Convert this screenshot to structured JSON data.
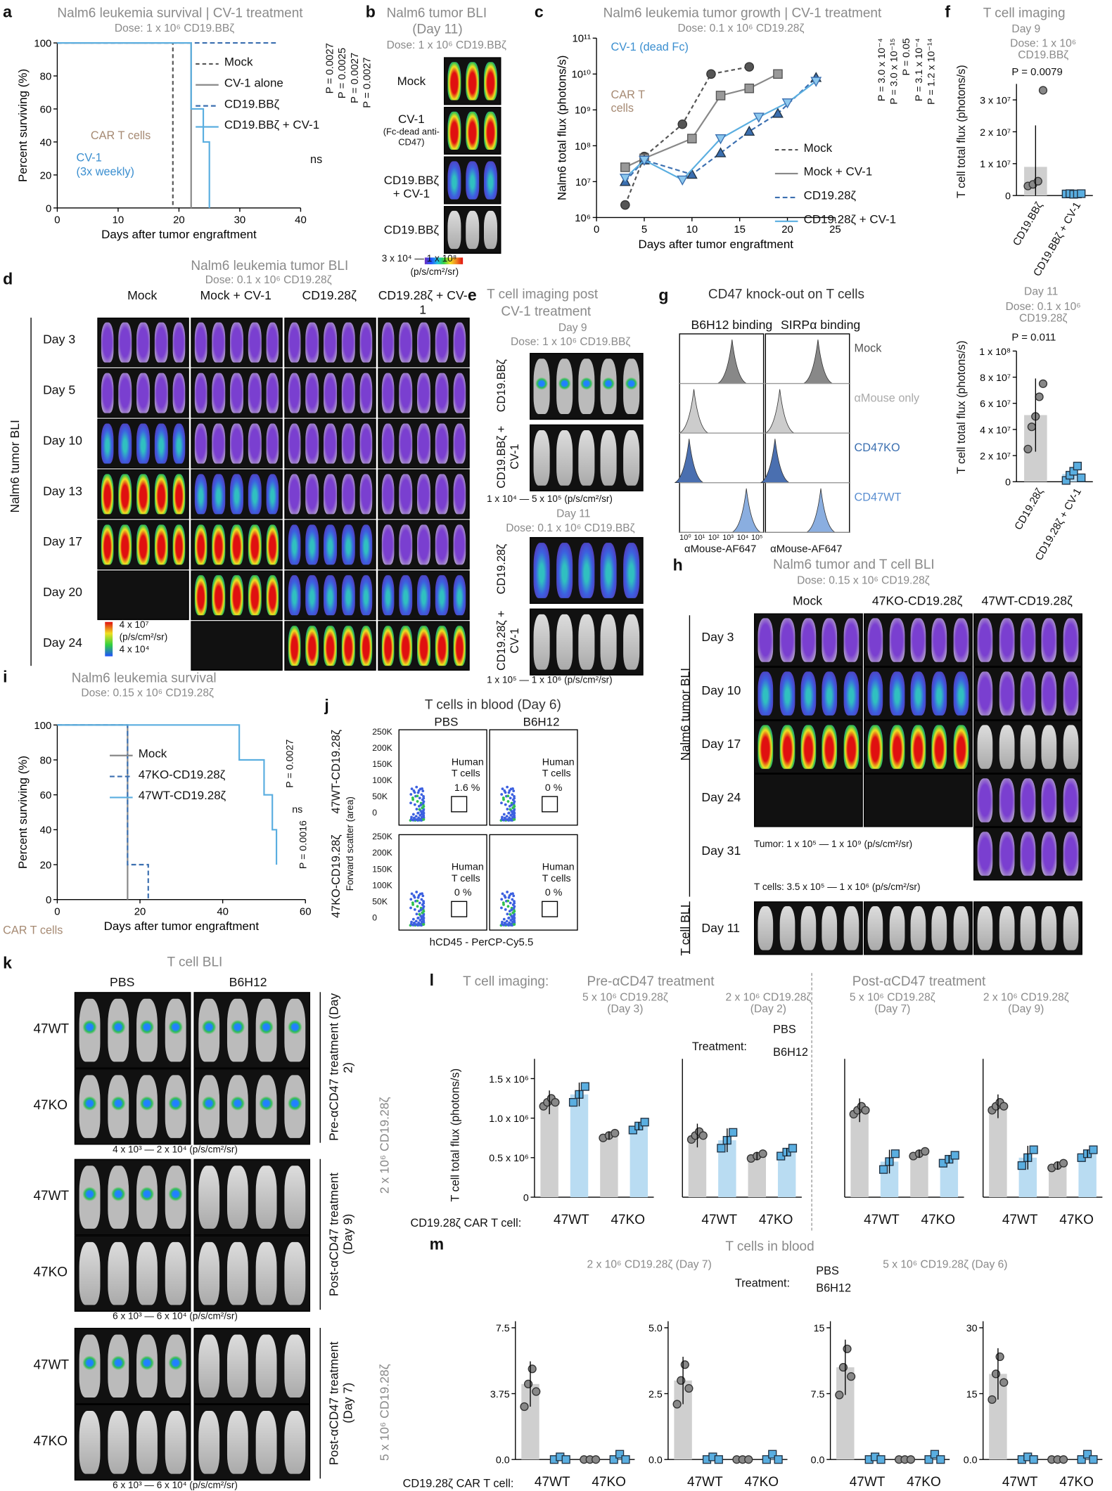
{
  "panels": {
    "a": {
      "label": "a",
      "title": "Nalm6 leukemia survival | CV-1 treatment",
      "dose": "Dose: 1 x 10⁶ CD19.BBζ",
      "car": "CAR T cells",
      "cv1": "CV-1",
      "cv1b": "(3x weekly)",
      "p1": "P = 0.0027",
      "p2": "P = 0.0027",
      "p3": "P = 0.0025",
      "p4": "P = 0.0027",
      "ns": "ns"
    },
    "b": {
      "label": "b",
      "title": "Nalm6 tumor BLI",
      "title2": "(Day 11)",
      "dose": "Dose: 1 x 10⁶ CD19.BBζ",
      "rows": [
        "Mock",
        "CV-1",
        "CD19.BBζ + CV-1",
        "CD19.BBζ"
      ],
      "row2sub": "(Fc-dead anti-CD47)",
      "scale": "3 x 10⁴ — 1 x 10⁸",
      "units": "(p/s/cm²/sr)"
    },
    "c": {
      "label": "c",
      "title": "Nalm6 leukemia tumor growth | CV-1 treatment",
      "dose": "Dose: 0.1 x 10⁶ CD19.28ζ",
      "cv1": "CV-1 (dead Fc)",
      "car": "CAR T cells",
      "p1": "P = 3.0 x 10⁻⁴",
      "p2": "P = 3.0 x 10⁻¹⁵",
      "p3": "P = 3.1 x 10⁻⁴",
      "p4": "P = 1.2 x 10⁻¹⁴",
      "p5": "P = 0.05"
    },
    "f": {
      "label": "f",
      "title": "T cell imaging",
      "day9": "Day 9",
      "dose9": "Dose: 1 x 10⁶ CD19.BBζ",
      "p9": "P = 0.0079",
      "day11": "Day 11",
      "dose11": "Dose: 0.1 x 10⁶ CD19.28ζ",
      "p11": "P = 0.011",
      "ylabel": "T cell total flux (photons/s)",
      "x9": [
        "CD19.BBζ",
        "CD19.BBζ + CV-1"
      ],
      "x11": [
        "CD19.28ζ",
        "CD19.28ζ + CV-1"
      ]
    },
    "d": {
      "label": "d",
      "title": "Nalm6 leukemia tumor BLI",
      "dose": "Dose: 0.1 x 10⁶ CD19.28ζ",
      "cols": [
        "Mock",
        "Mock + CV-1",
        "CD19.28ζ",
        "CD19.28ζ + CV-1"
      ],
      "rows": [
        "Day 3",
        "Day 5",
        "Day 10",
        "Day 13",
        "Day 17",
        "Day 20",
        "Day 24"
      ],
      "side": "Nalm6 tumor BLI",
      "scale_hi": "4 x 10⁷",
      "scale_units": "(p/s/cm²/sr)",
      "scale_lo": "4 x 10⁴"
    },
    "e": {
      "label": "e",
      "title": "T cell imaging post",
      "title2": "CV-1 treatment",
      "day9": "Day 9",
      "dose9": "Dose: 1 x 10⁶ CD19.BBζ",
      "rows9": [
        "CD19.BBζ",
        "CD19.BBζ + CV-1"
      ],
      "scale9": "1 x 10⁴ — 5 x 10⁵ (p/s/cm²/sr)",
      "day11": "Day 11",
      "dose11": "Dose: 0.1 x 10⁶ CD19.BBζ",
      "rows11": [
        "CD19.28ζ",
        "CD19.28ζ + CV-1"
      ],
      "scale11": "1 x 10⁵ — 1 x 10⁶ (p/s/cm²/sr)"
    },
    "g": {
      "label": "g",
      "title": "CD47 knock-out on T cells",
      "col1": "B6H12 binding",
      "col2": "SIRPα binding",
      "legend": [
        "Mock",
        "αMouse only",
        "CD47KO",
        "CD47WT"
      ],
      "xlabel": "αMouse-AF647",
      "ticks": [
        "10⁰",
        "10¹",
        "10²",
        "10³",
        "10⁴",
        "10⁵"
      ]
    },
    "h": {
      "label": "h",
      "title": "Nalm6 tumor and T cell BLI",
      "dose": "Dose: 0.15 x 10⁶ CD19.28ζ",
      "cols": [
        "Mock",
        "47KO-CD19.28ζ",
        "47WT-CD19.28ζ"
      ],
      "rows": [
        "Day 3",
        "Day 10",
        "Day 17",
        "Day 24",
        "Day 31"
      ],
      "side1": "Nalm6 tumor BLI",
      "side2": "T cell BLI",
      "trow": "Day 11",
      "tumor_scale": "Tumor:  1 x 10⁵ — 1 x 10⁹ (p/s/cm²/sr)",
      "t_scale": "T cells: 3.5 x 10⁵ — 1 x 10⁶ (p/s/cm²/sr)"
    },
    "i": {
      "label": "i",
      "title": "Nalm6 leukemia survival",
      "dose": "Dose: 0.15 x 10⁶ CD19.28ζ",
      "car": "CAR T cells",
      "p1": "P = 0.0027",
      "p2": "P = 0.0016",
      "ns": "ns"
    },
    "j": {
      "label": "j",
      "title": "T cells in blood (Day 6)",
      "cols": [
        "PBS",
        "B6H12"
      ],
      "rows": [
        "47WT-CD19.28ζ",
        "47KO-CD19.28ζ"
      ],
      "gate": "Human T cells",
      "pct": [
        "1.6 %",
        "0 %",
        "0 %",
        "0 %"
      ],
      "ylabel": "Forward scatter (area)",
      "xlabel": "hCD45 - PerCP-Cy5.5",
      "yticks": [
        "250K",
        "200K",
        "150K",
        "100K",
        "50K",
        "0"
      ]
    },
    "k": {
      "label": "k",
      "title": "T cell BLI",
      "cols": [
        "PBS",
        "B6H12"
      ],
      "rows": [
        "47WT",
        "47KO"
      ],
      "groups": [
        "Pre-αCD47 treatment (Day 2)",
        "Post-αCD47 treatment (Day 9)",
        "Post-αCD47 treatment (Day 7)"
      ],
      "dose1": "2 x 10⁶ CD19.28ζ",
      "dose2": "5 x 10⁶ CD19.28ζ",
      "scales": [
        "4 x 10³ — 2 x 10⁴ (p/s/cm²/sr)",
        "6 x 10³ — 6 x 10⁴ (p/s/cm²/sr)",
        "6 x 10³ — 6 x 10⁴ (p/s/cm²/sr)"
      ]
    },
    "l": {
      "label": "l",
      "head": "T cell imaging:",
      "pre": "Pre-αCD47 treatment",
      "post": "Post-αCD47 treatment",
      "subs": [
        "5 x 10⁶ CD19.28ζ (Day 3)",
        "2 x 10⁶ CD19.28ζ (Day 2)",
        "5 x 10⁶ CD19.28ζ (Day 7)",
        "2 x 10⁶ CD19.28ζ (Day 9)"
      ],
      "treatment": "Treatment:",
      "pbs": "PBS",
      "b6h12": "B6H12",
      "ylabel": "T cell total flux (photons/s)",
      "xrow": "CD19.28ζ  CAR T cell:",
      "cats": [
        "47WT",
        "47KO"
      ]
    },
    "m": {
      "label": "m",
      "title": "T cells in blood",
      "sub1": "2 x 10⁶ CD19.28ζ (Day 7)",
      "sub2": "5 x 10⁶ CD19.28ζ (Day 6)",
      "treatment": "Treatment:",
      "pbs": "PBS",
      "b6h12": "B6H12",
      "xrow": "CD19.28ζ CAR T cell:"
    }
  },
  "chart_data": [
    {
      "id": "a",
      "type": "line",
      "step": true,
      "xlabel": "Days after tumor engraftment",
      "ylabel": "Percent surviving (%)",
      "xlim": [
        0,
        40
      ],
      "ylim": [
        0,
        100
      ],
      "xticks": [
        0,
        10,
        20,
        30,
        40
      ],
      "yticks": [
        0,
        20,
        40,
        60,
        80,
        100
      ],
      "series": [
        {
          "name": "Mock",
          "color": "#555",
          "dash": "4,3",
          "points": [
            [
              0,
              100
            ],
            [
              19,
              100
            ],
            [
              19,
              0
            ]
          ]
        },
        {
          "name": "CV-1 alone",
          "color": "#888",
          "dash": "",
          "points": [
            [
              0,
              100
            ],
            [
              22,
              100
            ],
            [
              22,
              0
            ]
          ]
        },
        {
          "name": "CD19.BBζ",
          "color": "#3b6fb0",
          "dash": "5,3",
          "points": [
            [
              0,
              100
            ],
            [
              36,
              100
            ]
          ]
        },
        {
          "name": "CD19.BBζ + CV-1",
          "color": "#5aaee0",
          "dash": "",
          "points": [
            [
              0,
              100
            ],
            [
              22,
              100
            ],
            [
              22,
              60
            ],
            [
              24,
              60
            ],
            [
              24,
              40
            ],
            [
              25,
              40
            ],
            [
              25,
              0
            ]
          ]
        }
      ]
    },
    {
      "id": "c",
      "type": "line",
      "log": true,
      "xlabel": "Days after tumor engraftment",
      "ylabel": "Nalm6 total flux (photons/s)",
      "xlim": [
        0,
        25
      ],
      "ylim": [
        6,
        11
      ],
      "xticks": [
        0,
        5,
        10,
        15,
        20,
        25
      ],
      "yticks": [
        6,
        7,
        8,
        9,
        10,
        11
      ],
      "series": [
        {
          "name": "Mock",
          "color": "#555",
          "dash": "4,3",
          "marker": "circle",
          "points": [
            [
              3,
              6.35
            ],
            [
              5,
              7.7
            ],
            [
              9,
              8.6
            ],
            [
              12,
              10
            ],
            [
              16,
              10.2
            ]
          ]
        },
        {
          "name": "Mock + CV-1",
          "color": "#888",
          "dash": "",
          "marker": "square",
          "points": [
            [
              3,
              7.4
            ],
            [
              5,
              7.65
            ],
            [
              10,
              8.2
            ],
            [
              13,
              9.4
            ],
            [
              16,
              9.6
            ],
            [
              19,
              10
            ]
          ]
        },
        {
          "name": "CD19.28ζ",
          "color": "#3b6fb0",
          "dash": "5,3",
          "marker": "triangle",
          "points": [
            [
              3,
              7
            ],
            [
              5,
              7.6
            ],
            [
              10,
              7.2
            ],
            [
              13,
              7.8
            ],
            [
              16,
              8.4
            ],
            [
              19,
              8.9
            ],
            [
              23,
              9.9
            ]
          ]
        },
        {
          "name": "CD19.28ζ + CV-1",
          "color": "#5aaee0",
          "dash": "",
          "marker": "tridown",
          "points": [
            [
              3,
              7.1
            ],
            [
              5,
              7.6
            ],
            [
              9,
              7.05
            ],
            [
              13,
              8.2
            ],
            [
              17,
              8.8
            ],
            [
              20,
              9.2
            ],
            [
              23,
              9.8
            ]
          ]
        }
      ]
    },
    {
      "id": "i",
      "type": "line",
      "step": true,
      "xlabel": "Days after tumor engraftment",
      "ylabel": "Percent surviving (%)",
      "xlim": [
        0,
        60
      ],
      "ylim": [
        0,
        100
      ],
      "xticks": [
        0,
        20,
        40,
        60
      ],
      "yticks": [
        0,
        20,
        40,
        60,
        80,
        100
      ],
      "series": [
        {
          "name": "Mock",
          "color": "#888",
          "dash": "",
          "points": [
            [
              0,
              100
            ],
            [
              17,
              100
            ],
            [
              17,
              0
            ]
          ]
        },
        {
          "name": "47KO-CD19.28ζ",
          "color": "#3b6fb0",
          "dash": "5,3",
          "points": [
            [
              0,
              100
            ],
            [
              17,
              100
            ],
            [
              17,
              20
            ],
            [
              22,
              20
            ],
            [
              22,
              0
            ]
          ]
        },
        {
          "name": "47WT-CD19.28ζ",
          "color": "#5aaee0",
          "dash": "",
          "points": [
            [
              0,
              100
            ],
            [
              44,
              100
            ],
            [
              44,
              80
            ],
            [
              50,
              80
            ],
            [
              50,
              60
            ],
            [
              52,
              60
            ],
            [
              52,
              40
            ],
            [
              53,
              40
            ],
            [
              53,
              20
            ]
          ]
        }
      ]
    }
  ]
}
